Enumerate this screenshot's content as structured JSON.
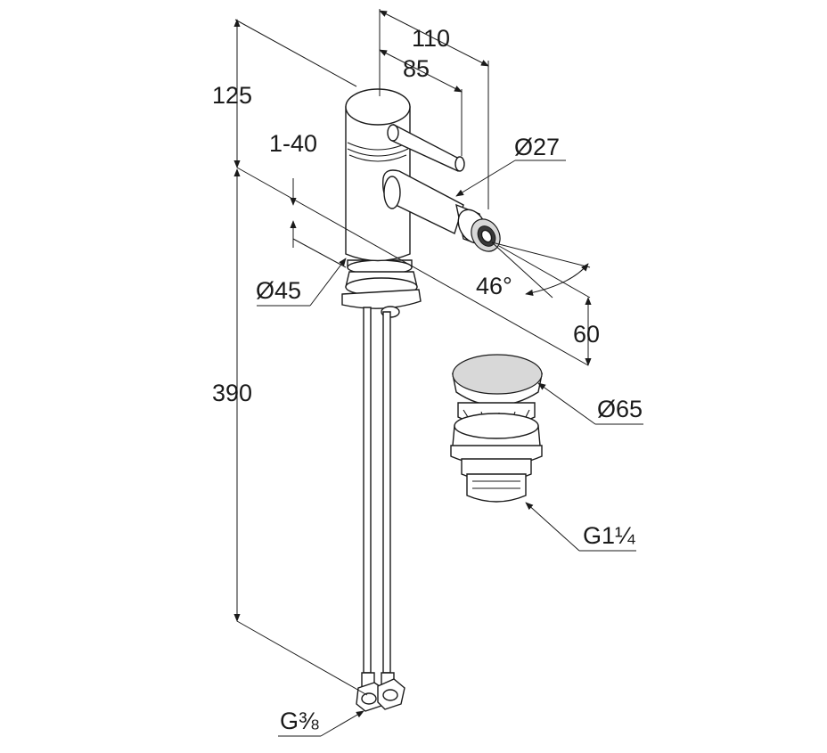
{
  "dimensions": {
    "width_overall": "110",
    "width_spout": "85",
    "height_top": "125",
    "spout_range": "1-40",
    "spout_diameter": "Ø27",
    "body_diameter": "Ø45",
    "spray_angle": "46°",
    "spout_height": "60",
    "waste_diameter": "Ø65",
    "waste_thread": "G1¼",
    "hose_length": "390",
    "hose_thread": "G⅜"
  }
}
